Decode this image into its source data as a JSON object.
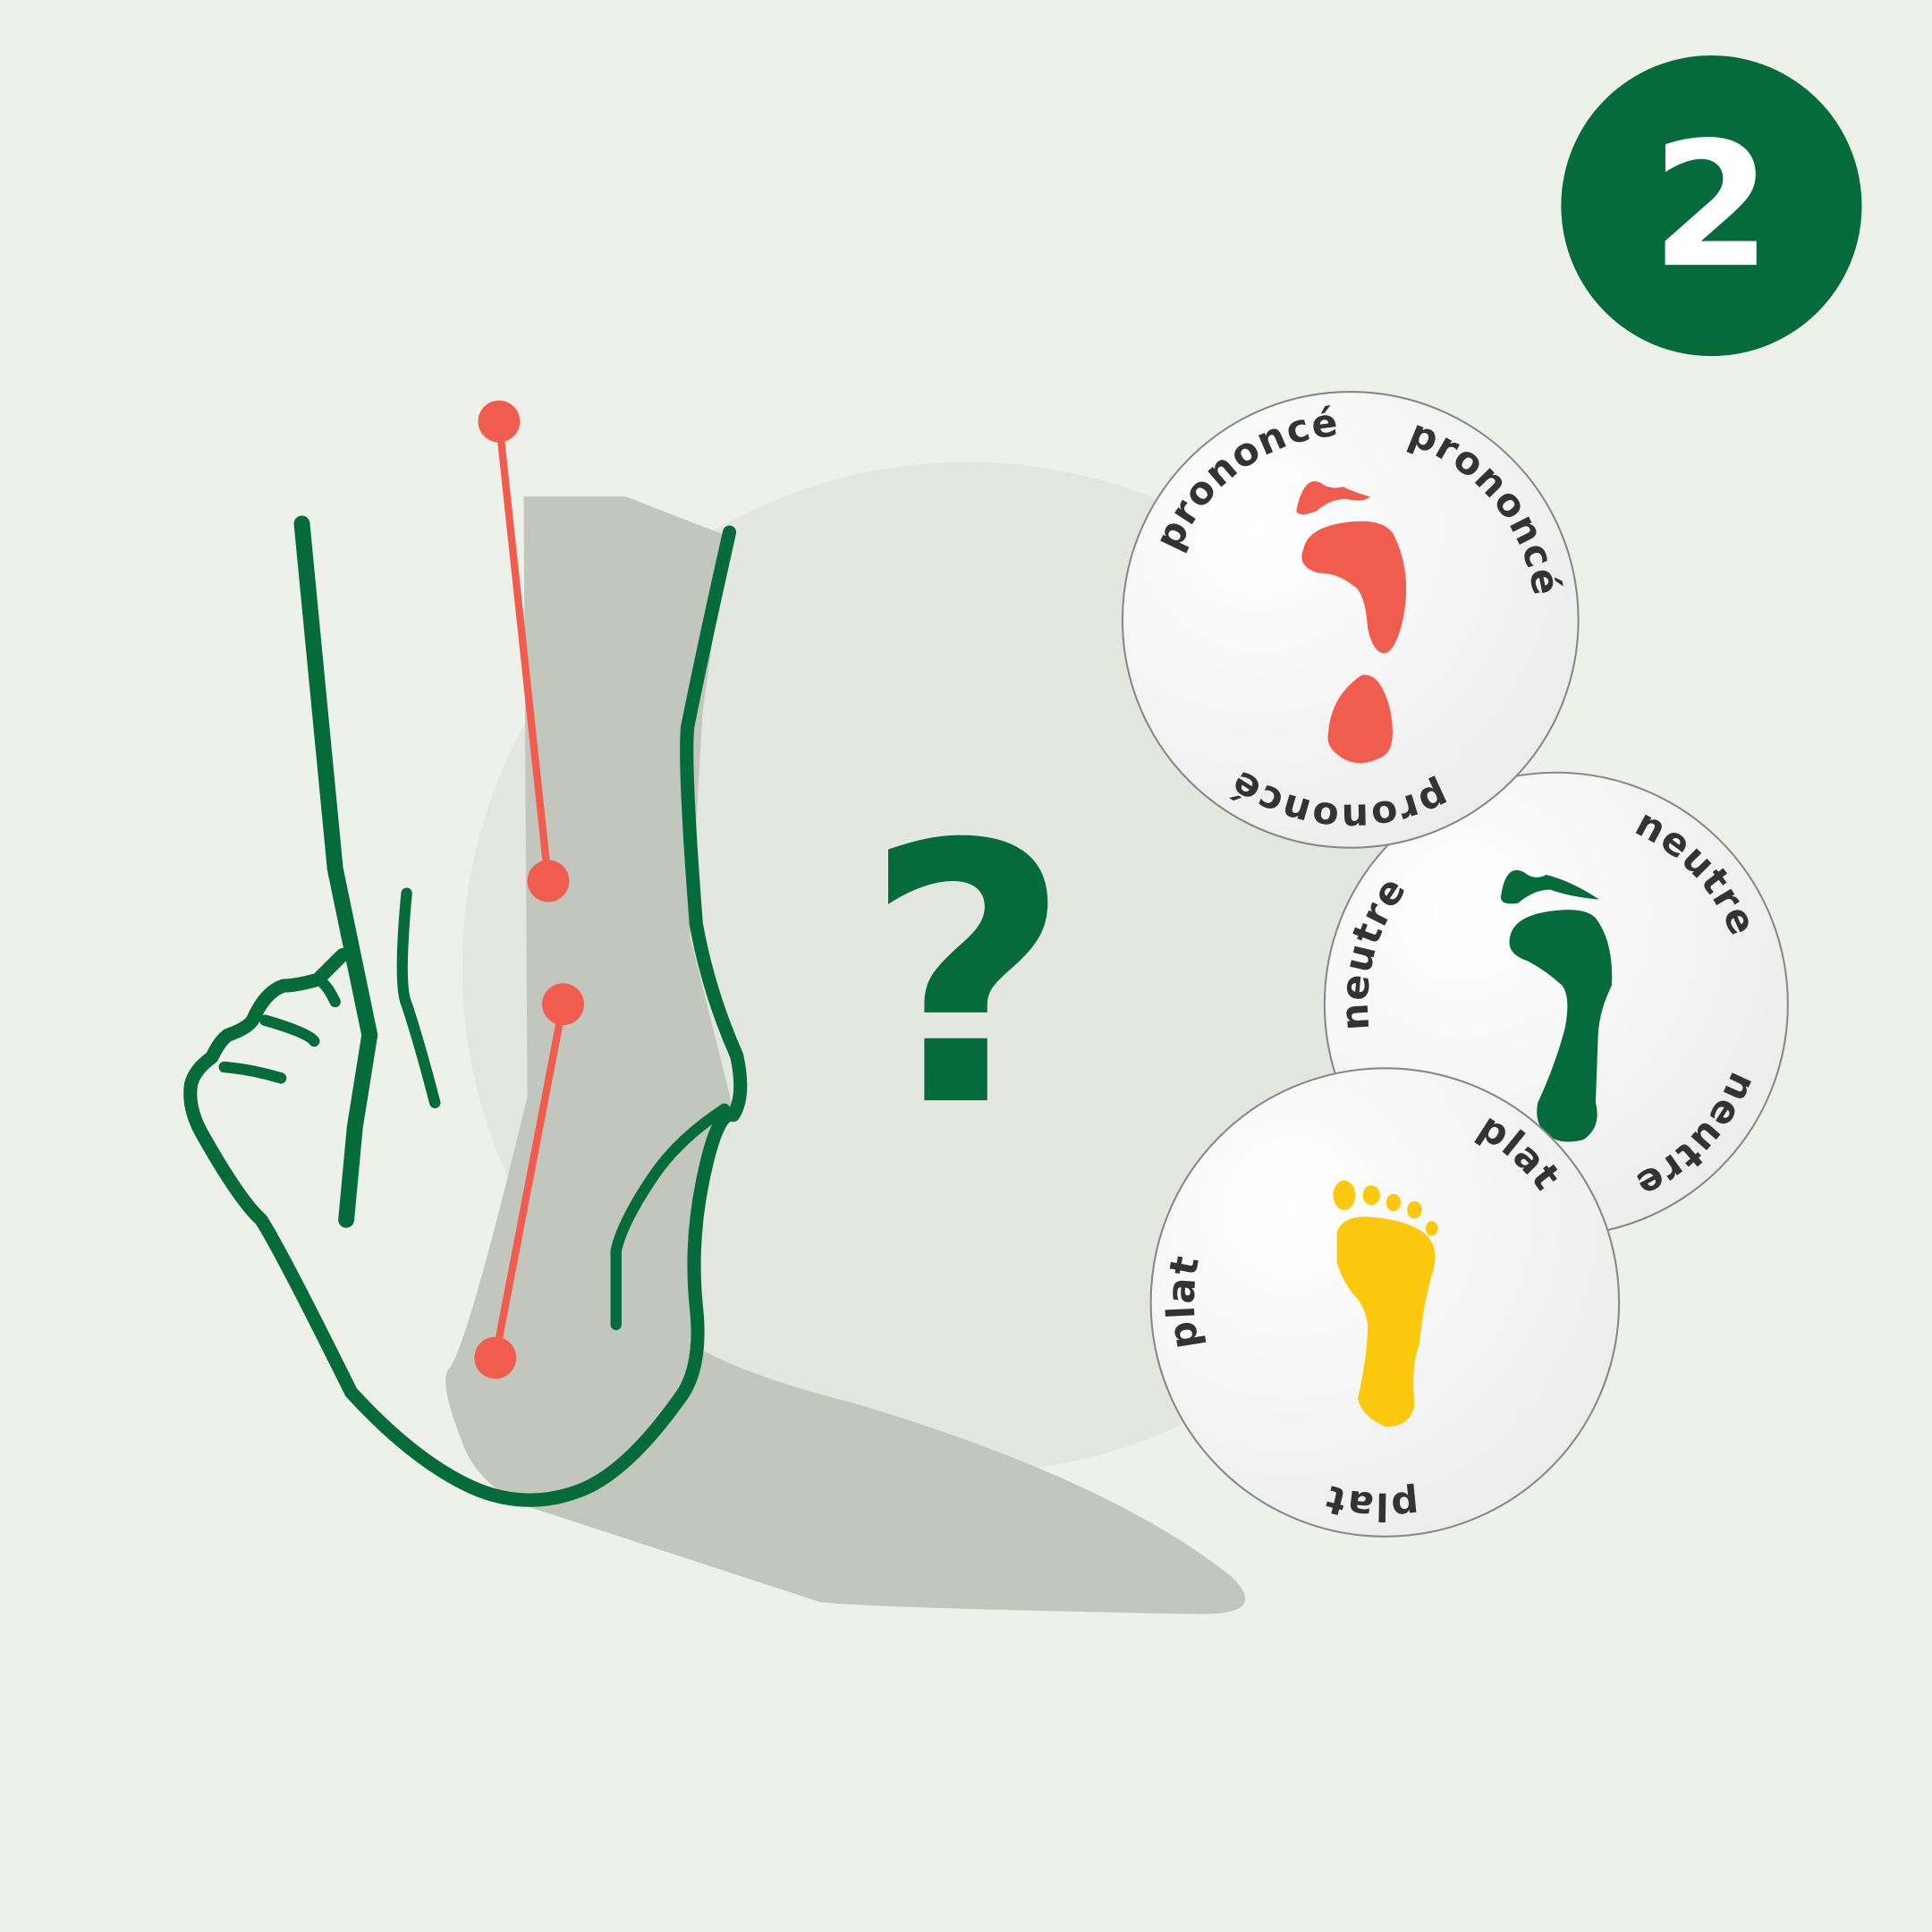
{
  "badge": {
    "number": "2"
  },
  "question": {
    "mark": "?"
  },
  "colors": {
    "background": "#eef1ea",
    "halo": "#e4e7df",
    "shadow": "#c2c6bc",
    "green": "#066b3a",
    "red": "#f05d4e",
    "yellow": "#fcc80d",
    "text": "#333333"
  },
  "discs": [
    {
      "type": "pronounced",
      "icon": "pronated-footprint-icon",
      "labels": [
        "prononcé",
        "prononcé",
        "prononcé"
      ]
    },
    {
      "type": "neutral",
      "icon": "neutral-footprint-icon",
      "labels": [
        "neutre",
        "neutre",
        "neutre"
      ]
    },
    {
      "type": "flat",
      "icon": "flat-footprint-icon",
      "labels": [
        "plat",
        "plat",
        "plat"
      ]
    }
  ]
}
